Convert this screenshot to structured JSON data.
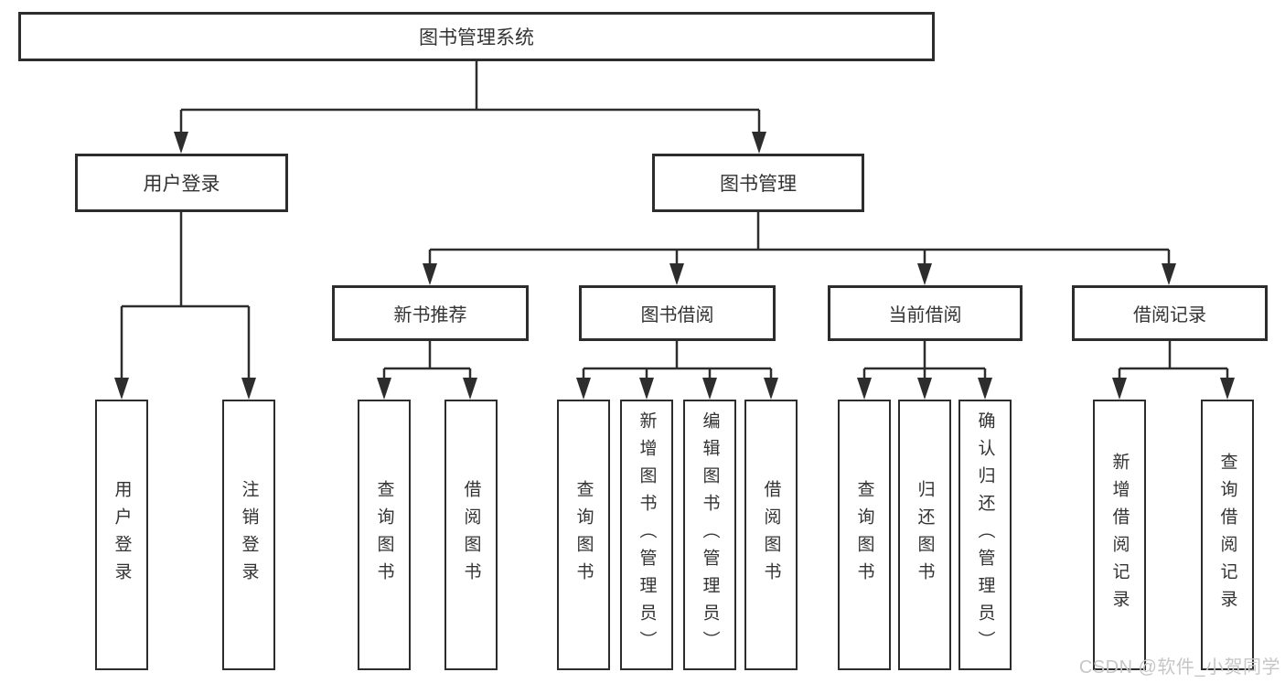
{
  "diagram": {
    "root": "图书管理系统",
    "user_login": {
      "label": "用户登录",
      "children": {
        "login": "用户登录",
        "logout": "注销登录"
      }
    },
    "book_mgmt": {
      "label": "图书管理",
      "new_book": {
        "label": "新书推荐",
        "children": {
          "query": "查询图书",
          "borrow": "借阅图书"
        }
      },
      "borrow": {
        "label": "图书借阅",
        "children": {
          "query": "查询图书",
          "add": "新增图书（管理员）",
          "edit": "编辑图书（管理员）",
          "borrow": "借阅图书"
        }
      },
      "current": {
        "label": "当前借阅",
        "children": {
          "query": "查询图书",
          "return": "归还图书",
          "confirm": "确认归还（管理员）"
        }
      },
      "records": {
        "label": "借阅记录",
        "children": {
          "add": "新增借阅记录",
          "query": "查询借阅记录"
        }
      }
    }
  },
  "watermark": "CSDN @软件_小贺同学",
  "colors": {
    "line": "#2d2d2d",
    "box_border": "#2d2d2d",
    "text": "#333333",
    "watermark": "#c6c6c6",
    "background": "#ffffff"
  }
}
